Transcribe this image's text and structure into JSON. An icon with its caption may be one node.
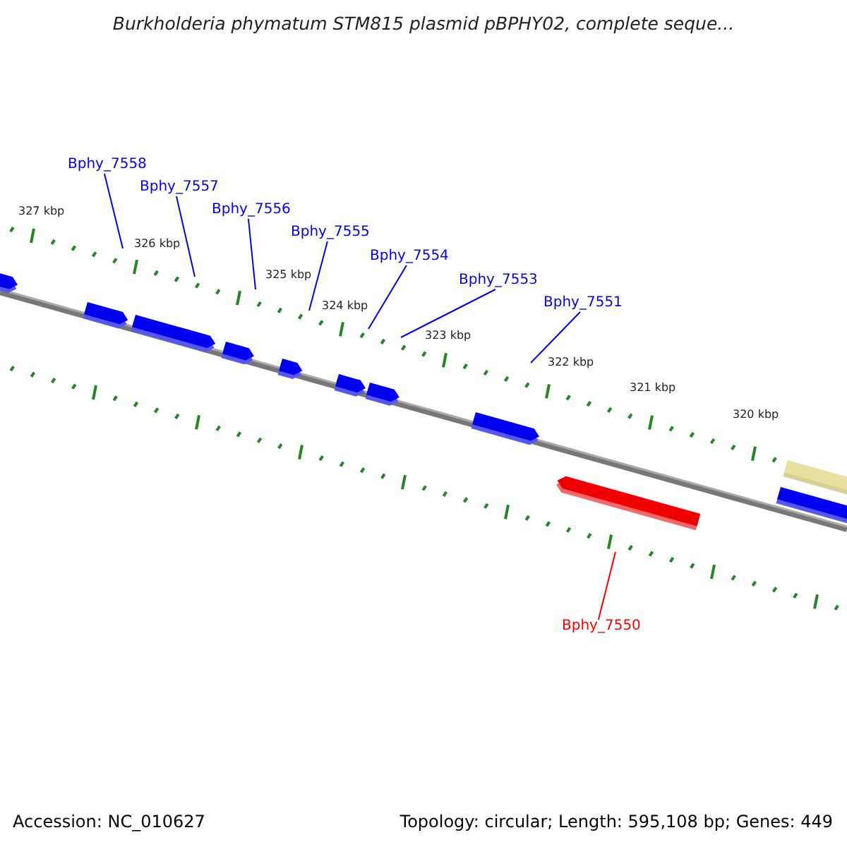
{
  "diagram": {
    "title": "Burkholderia phymatum STM815 plasmid pBPHY02, complete seque...",
    "nodes": [
      {
        "text": [
          "Bphy_7558"
        ]
      },
      {
        "text": [
          "Bphy_7557"
        ]
      },
      {
        "text": [
          "Bphy_7556"
        ]
      },
      {
        "text": [
          "Bphy_7555"
        ]
      },
      {
        "text": [
          "Bphy_7554"
        ]
      },
      {
        "text": [
          "Bphy_7553"
        ]
      },
      {
        "text": [
          "Bphy_7551"
        ]
      },
      {
        "text": [
          "Bphy_7550"
        ]
      }
    ],
    "edges": [
      {
        "from": 0,
        "to": null,
        "arrow": "none"
      },
      {
        "from": 1,
        "to": null,
        "arrow": "none"
      },
      {
        "from": 2,
        "to": null,
        "arrow": "none"
      },
      {
        "from": 3,
        "to": null,
        "arrow": "none"
      },
      {
        "from": 4,
        "to": null,
        "arrow": "none"
      },
      {
        "from": 5,
        "to": null,
        "arrow": "none"
      },
      {
        "from": 6,
        "to": null,
        "arrow": "none"
      },
      {
        "from": 7,
        "to": null,
        "arrow": "none",
        "color": "#ff0000"
      }
    ],
    "labels": [
      "327 kbp",
      "326 kbp",
      "325 kbp",
      "324 kbp",
      "323 kbp",
      "322 kbp",
      "321 kbp",
      "320 kbp",
      "Accession: NC_010627",
      "Topology: circular; Length: 595,108 bp; Genes: 449"
    ]
  }
}
